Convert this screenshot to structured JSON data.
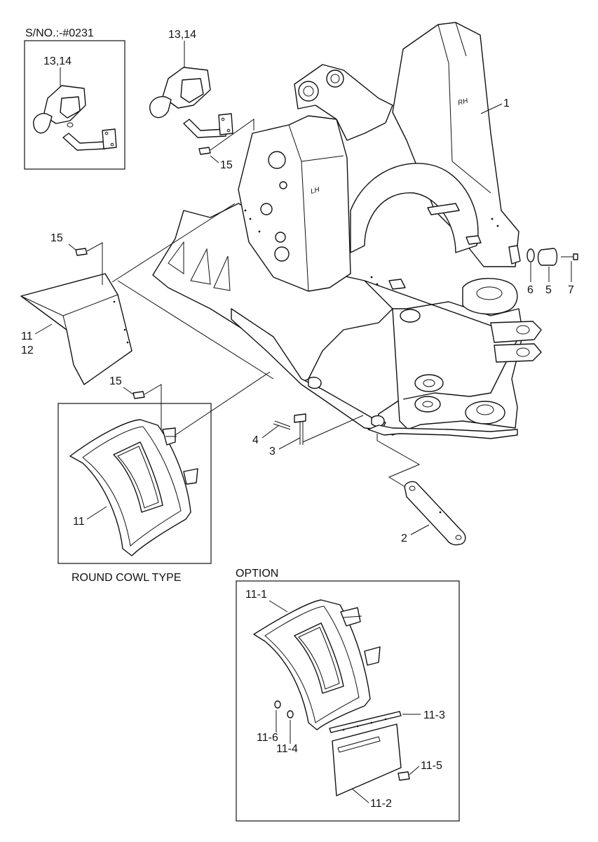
{
  "captions": {
    "serial": "S/NO.:-#0231",
    "round_cowl": "ROUND COWL TYPE",
    "option": "OPTION"
  },
  "frame_marks": {
    "rh": "RH",
    "lh": "LH"
  },
  "callouts": {
    "p1": "1",
    "p2": "2",
    "p3": "3",
    "p4": "4",
    "p5": "5",
    "p6": "6",
    "p7": "7",
    "p11_main": "11",
    "p12_main": "12",
    "p11_round": "11",
    "p13_14_inset": "13,14",
    "p13_14_main": "13,14",
    "p15_top": "15",
    "p15_left": "15",
    "p15_round": "15",
    "o11_1": "11-1",
    "o11_2": "11-2",
    "o11_3": "11-3",
    "o11_4": "11-4",
    "o11_5": "11-5",
    "o11_6": "11-6"
  }
}
